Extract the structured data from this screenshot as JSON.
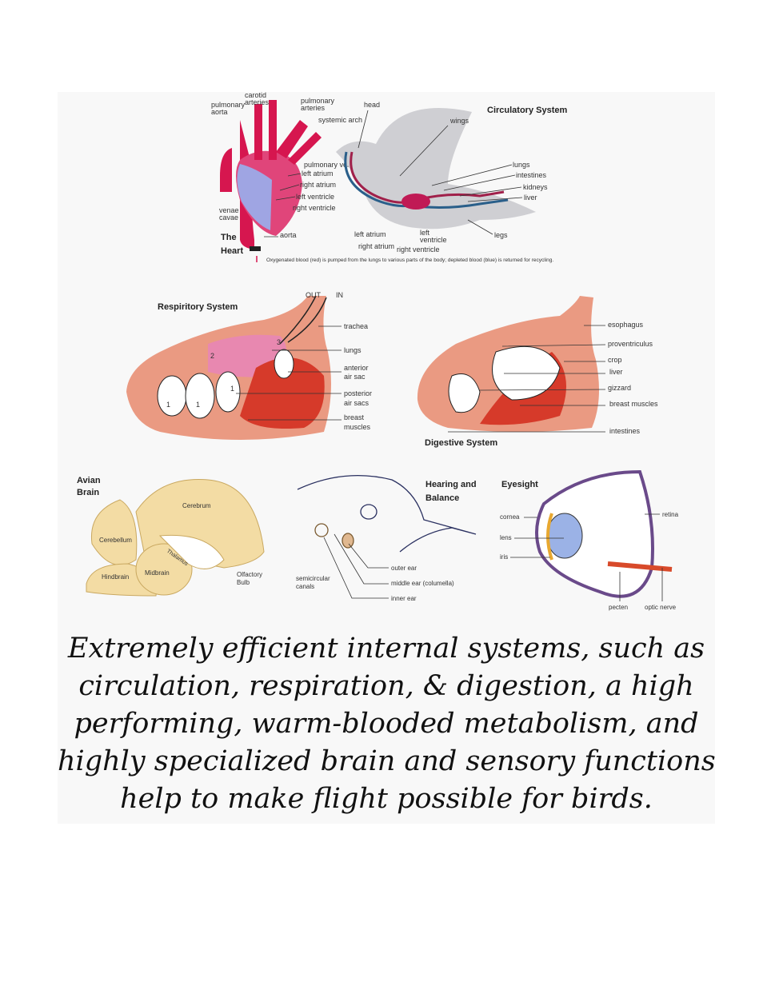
{
  "circulatory": {
    "title": "Circulatory System",
    "heart_title_1": "The",
    "heart_title_2": "Heart",
    "heart_labels": [
      "pulmonary",
      "aorta",
      "carotid",
      "arteries",
      "pulmonary",
      "arteries",
      "systemic arch",
      "pulmonary veins",
      "left atrium",
      "right atrium",
      "left ventricle",
      "right ventricle",
      "venae",
      "cavae",
      "aorta"
    ],
    "bird_labels": [
      "head",
      "wings",
      "lungs",
      "intestines",
      "kidneys",
      "liver",
      "legs",
      "left atrium",
      "right atrium",
      "left",
      "ventricle",
      "right ventricle"
    ],
    "note": "Oxygenated blood (red) is pumped from the lungs to various parts of the body; depleted blood (blue) is returned for recycling."
  },
  "respiratory": {
    "title": "Respiritory System",
    "out": "OUT",
    "in": "IN",
    "labels": [
      "trachea",
      "lungs",
      "anterior",
      "air sac",
      "posterior",
      "air sacs",
      "breast",
      "muscles"
    ],
    "numbers": [
      "1",
      "1",
      "1",
      "2",
      "3"
    ]
  },
  "digestive": {
    "title": "Digestive System",
    "labels": [
      "esophagus",
      "proventriculus",
      "crop",
      "liver",
      "gizzard",
      "breast muscles",
      "intestines"
    ]
  },
  "brain": {
    "title_1": "Avian",
    "title_2": "Brain",
    "labels": [
      "Cerebrum",
      "Cerebellum",
      "Thalamus",
      "Hindbrain",
      "Midbrain",
      "Olfactory",
      "Bulb"
    ]
  },
  "hearing": {
    "title_1": "Hearing and",
    "title_2": "Balance",
    "labels": [
      "semicircular",
      "canals",
      "outer ear",
      "middle ear (columella)",
      "inner ear"
    ]
  },
  "eyesight": {
    "title": "Eyesight",
    "labels": [
      "cornea",
      "lens",
      "iris",
      "retina",
      "pecten",
      "optic nerve"
    ]
  },
  "caption": [
    "Extremely efficient internal systems, such as",
    "circulation, respiration, & digestion, a high",
    "performing, warm-blooded metabolism, and",
    "highly specialized brain and sensory functions",
    "help to make flight possible for birds."
  ],
  "colors": {
    "red": "#d6164f",
    "blue": "#8a8fd8",
    "salmon": "#e89a80",
    "muscle": "#d63a2a",
    "brain": "#f3dca4",
    "panel": "#f8f8f8"
  }
}
